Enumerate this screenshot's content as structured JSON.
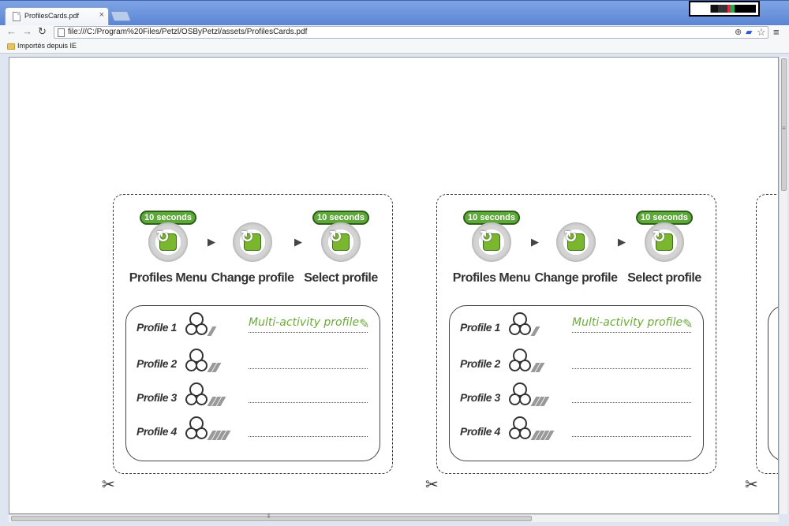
{
  "browser": {
    "tab_title": "ProfilesCards.pdf",
    "tab_close": "×",
    "url": "file:///C:/Program%20Files/Petzl/OSByPetzl/assets/ProfilesCards.pdf",
    "bookmark_folder": "Importés depuis IE",
    "nav_back": "←",
    "nav_forward": "→",
    "nav_reload": "↻",
    "menu": "≡",
    "zoom_icon": "⊕",
    "star": "☆"
  },
  "cards": [
    {
      "steps": [
        {
          "badge": "10 seconds",
          "label": "Profiles Menu"
        },
        {
          "badge": "",
          "label": "Change profile"
        },
        {
          "badge": "10 seconds",
          "label": "Select profile"
        }
      ],
      "profiles": [
        {
          "name": "Profile 1",
          "bars": 1,
          "note": "Multi-activity profile"
        },
        {
          "name": "Profile 2",
          "bars": 2,
          "note": ""
        },
        {
          "name": "Profile 3",
          "bars": 3,
          "note": ""
        },
        {
          "name": "Profile 4",
          "bars": 4,
          "note": ""
        }
      ]
    },
    {
      "steps": [
        {
          "badge": "10 seconds",
          "label": "Profiles Menu"
        },
        {
          "badge": "",
          "label": "Change profile"
        },
        {
          "badge": "10 seconds",
          "label": "Select profile"
        }
      ],
      "profiles": [
        {
          "name": "Profile 1",
          "bars": 1,
          "note": "Multi-activity profile"
        },
        {
          "name": "Profile 2",
          "bars": 2,
          "note": ""
        },
        {
          "name": "Profile 3",
          "bars": 3,
          "note": ""
        },
        {
          "name": "Profile 4",
          "bars": 4,
          "note": ""
        }
      ]
    }
  ],
  "colors": {
    "accent_green": "#5ea83a",
    "note_green": "#6cab3b"
  }
}
